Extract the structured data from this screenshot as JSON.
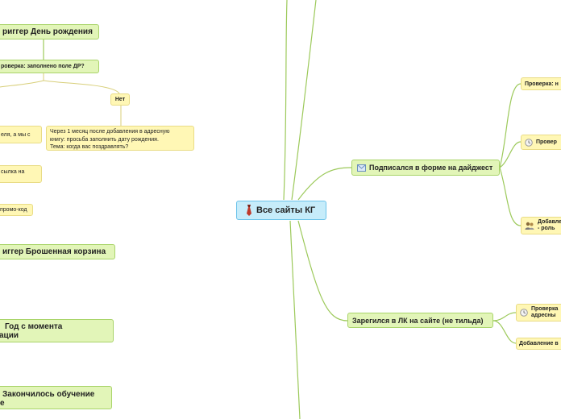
{
  "root": {
    "label": "Все сайты КГ",
    "icon": "tie-icon"
  },
  "left": {
    "trigger_birthday": "риггер День рождения",
    "check_birthday_field": "роверка: заполнено поле ДР?",
    "no_label": "Нет",
    "no_text_line1": "Через 1 месяц после добавления в адресную",
    "no_text_line2": "книгу: просьба заполнить дату рождения.",
    "no_text_line3": "Тема: когда вас поздравлять?",
    "yes_partial": "еля, а мы с",
    "link_partial": "сылка на",
    "promo_partial": "промо-код",
    "trigger_abandoned_cart": "иггер Брошенная корзина",
    "year_line1": "Год с момента",
    "year_line2": "ации",
    "training_line1": "Закончилось обучение",
    "training_line2": "е"
  },
  "right": {
    "digest": {
      "label": "Подписался в форме на дайджест",
      "icon": "mail-icon"
    },
    "digest_check1": "Проверка: н",
    "digest_check2": "Провер",
    "digest_add_line1": "Добавле",
    "digest_add_line2": "- роль",
    "lk": {
      "label": "Зарегился в ЛК на сайте (не тильда)"
    },
    "lk_check_line1": "Проверка",
    "lk_check_line2": "адресны",
    "lk_add": "Добавление в"
  },
  "colors": {
    "branch_line": "#9cc95a",
    "yellow_line": "#d8cf7a",
    "root_fill": "#c6ecfa",
    "green_fill": "#e2f5b8",
    "yellow_fill": "#fff7b5"
  }
}
